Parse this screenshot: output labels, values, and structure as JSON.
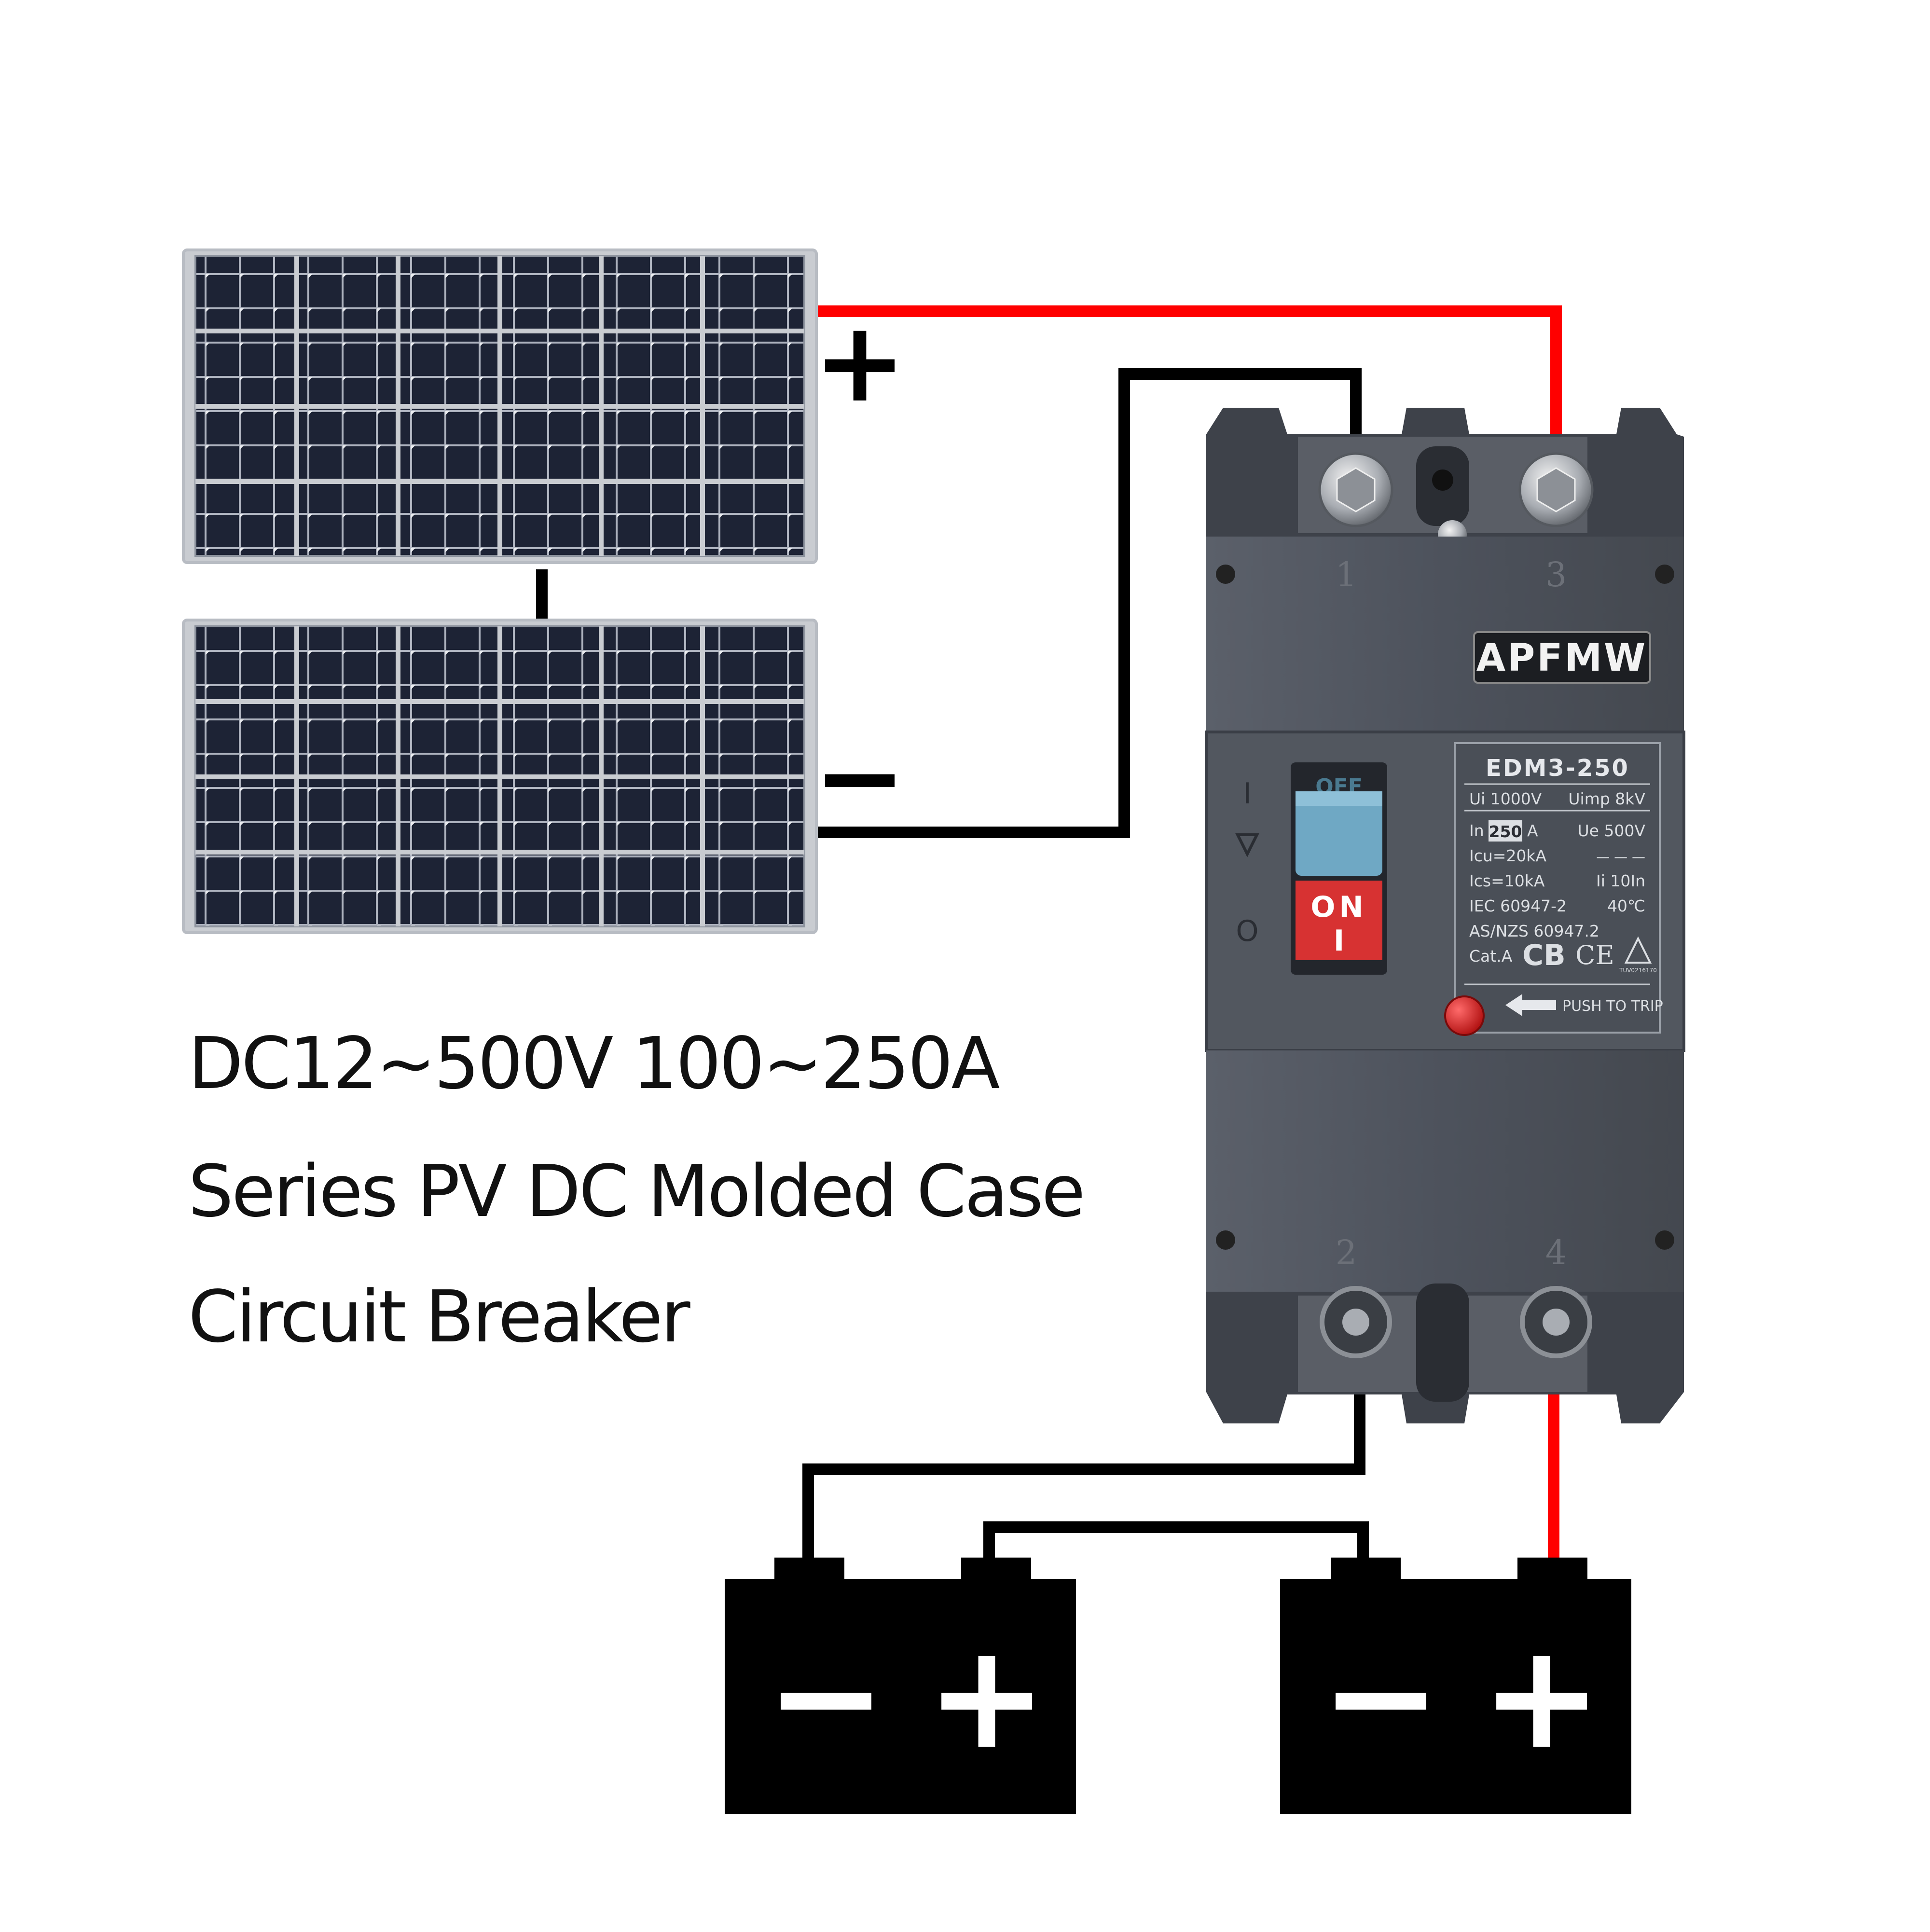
{
  "headline": {
    "line1": "DC12~500V 100~250A",
    "line2": "Series PV DC Molded Case",
    "line3": "Circuit Breaker"
  },
  "panel_labels": {
    "positive": "+",
    "negative": "−"
  },
  "breaker": {
    "brand": "APFMW",
    "model": "EDM3-250",
    "ui": "Ui 1000V",
    "uimp": "Uimp 8kV",
    "in_prefix": "In",
    "in_value": "250",
    "in_unit": "A",
    "ue": "Ue 500V",
    "icu": "Icu=20kA",
    "dash": "— — —",
    "ics": "Ics=10kA",
    "ii": "Ii 10In",
    "iec": "IEC 60947-2",
    "temp": "40℃",
    "asnzs": "AS/NZS 60947.2",
    "cat": "Cat.A",
    "cb_mark": "CB",
    "ce_mark": "CE",
    "off_label": "OFF",
    "on_label": "ON",
    "on_bar": "I",
    "on_symbol": "I",
    "off_symbol": "O",
    "push_to_trip": "PUSH TO TRIP",
    "terminal_1": "1",
    "terminal_2": "2",
    "terminal_3": "3",
    "terminal_4": "4",
    "tuv_code": "TUV0216170"
  },
  "battery_labels": {
    "minus": "−",
    "plus": "+"
  },
  "colors": {
    "positive_wire": "#ff0000",
    "negative_wire": "#000000",
    "breaker_body": "#4d525c",
    "breaker_dark": "#3a3e46",
    "panel_cell": "#1e2436",
    "panel_frame": "#c9ccd1",
    "toggle_blue": "#6fa8c4",
    "toggle_red": "#d73232",
    "trip_button": "#e02020",
    "battery": "#000000"
  },
  "icons": [
    "solar-panel-icon",
    "circuit-breaker-icon",
    "battery-icon",
    "arrow-left-icon",
    "ce-mark-icon",
    "triangle-mark-icon"
  ]
}
